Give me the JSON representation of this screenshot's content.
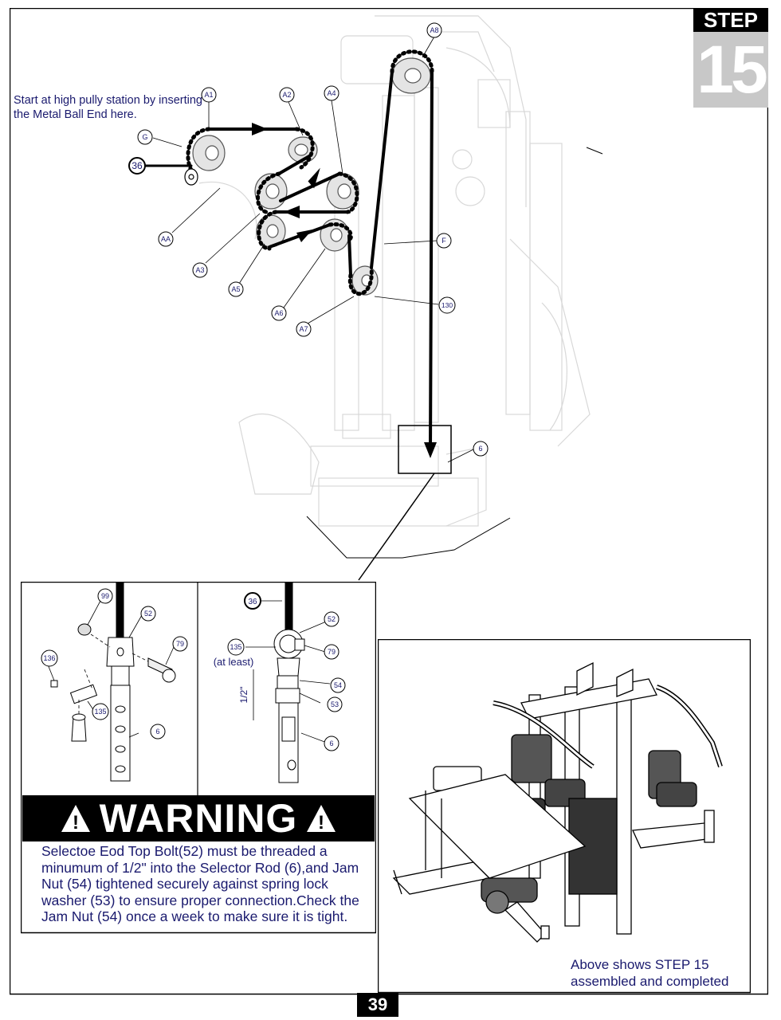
{
  "step": {
    "word": "STEP",
    "number": "15"
  },
  "instruction": "Start at high pully station by inserting the Metal Ball End here.",
  "pulley_labels": [
    "A1",
    "A2",
    "A4",
    "A8",
    "G",
    "36",
    "AA",
    "A3",
    "A5",
    "A6",
    "A7",
    "F",
    "130",
    "6"
  ],
  "detail_left_labels": [
    "99",
    "52",
    "79",
    "136",
    "135",
    "6"
  ],
  "detail_right_labels": [
    "36",
    "52",
    "135",
    "(at least)",
    "79",
    "54",
    "1/2\"",
    "53",
    "6"
  ],
  "warning": {
    "title": "WARNING",
    "symbol": "!",
    "text": "Selectoe Eod Top Bolt(52) must be threaded a minumum of 1/2\" into the Selector Rod (6),and Jam Nut (54) tightened securely against spring lock washer (53) to ensure proper connection.Check the Jam Nut (54) once a week to make sure it is tight."
  },
  "completed_caption": "Above shows STEP 15 assembled and completed",
  "page_number": "39",
  "colors": {
    "ink": "#000000",
    "label_text": "#1a1a6e",
    "step_gray": "#c8c8c8",
    "faint_line": "#d6d6d6"
  }
}
